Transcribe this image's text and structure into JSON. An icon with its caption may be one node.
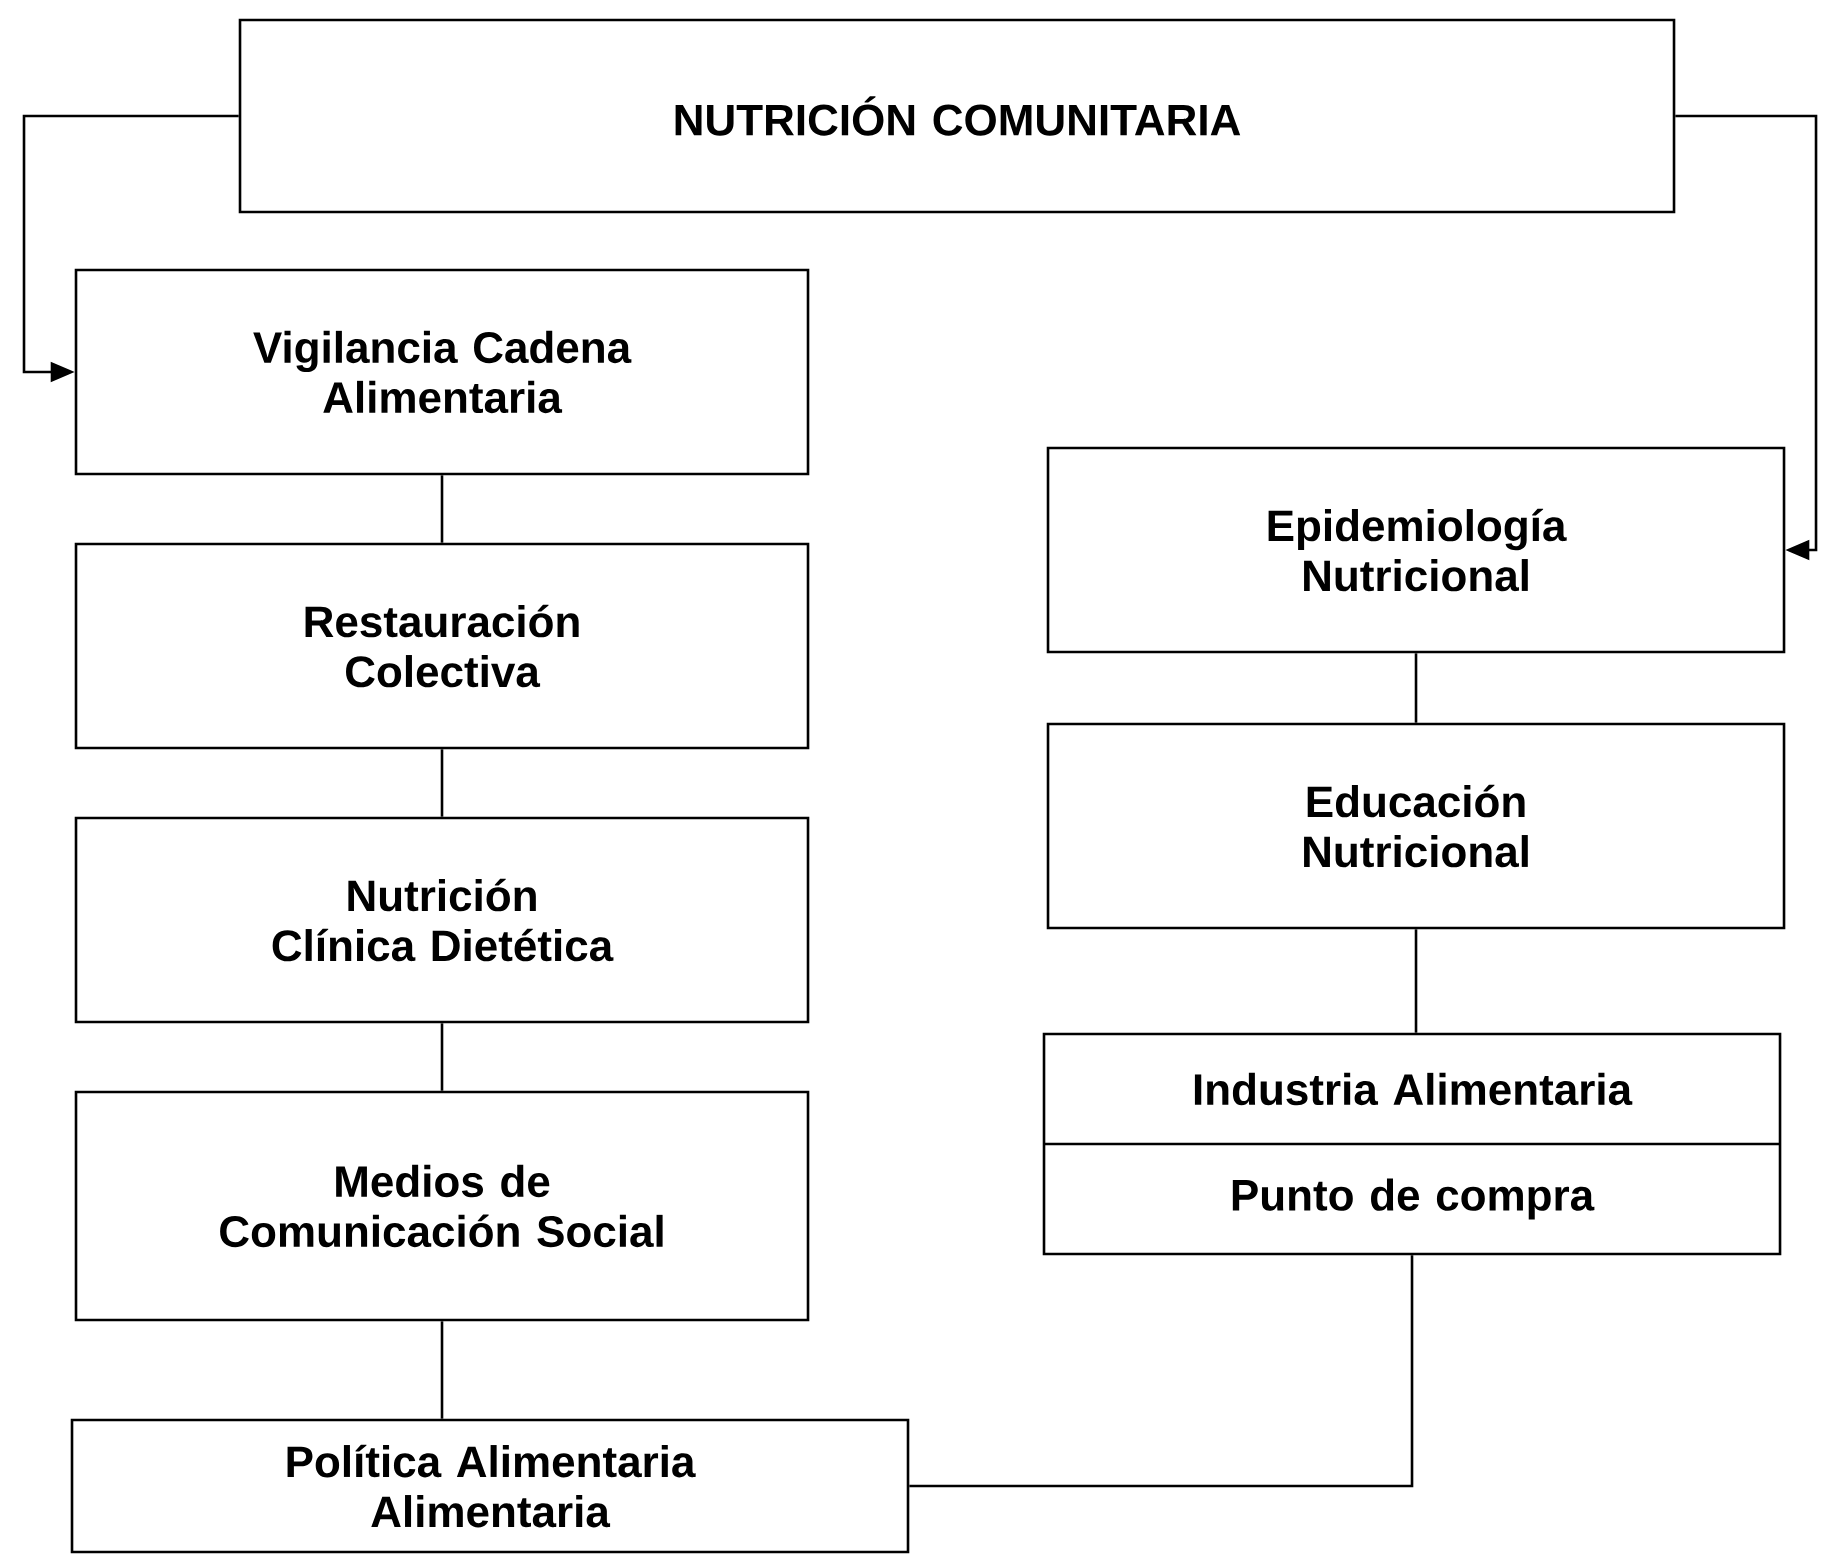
{
  "diagram": {
    "nodes": [
      {
        "text": [
          "NUTRICIÓN COMUNITARIA"
        ]
      },
      {
        "text": [
          "Vigilancia Cadena Alimentaria"
        ]
      },
      {
        "text": [
          "Restauración Colectiva"
        ]
      },
      {
        "text": [
          "Nutrición Clínica Dietética"
        ]
      },
      {
        "text": [
          "Medios de Comunicación Social"
        ]
      },
      {
        "text": [
          "Política Alimentaria Alimentaria"
        ]
      },
      {
        "text": [
          "Epidemiología Nutricional"
        ]
      },
      {
        "text": [
          "Educación Nutricional"
        ]
      },
      {
        "text": [
          "Industria Alimentaria",
          "Punto de compra"
        ]
      }
    ],
    "edges": [
      {
        "from": 0,
        "to": 1,
        "arrow": "to"
      },
      {
        "from": 0,
        "to": 6,
        "arrow": "to"
      },
      {
        "from": 1,
        "to": 2,
        "arrow": "none"
      },
      {
        "from": 2,
        "to": 3,
        "arrow": "none"
      },
      {
        "from": 3,
        "to": 4,
        "arrow": "none"
      },
      {
        "from": 4,
        "to": 5,
        "arrow": "none"
      },
      {
        "from": 6,
        "to": 7,
        "arrow": "none"
      },
      {
        "from": 7,
        "to": 8,
        "arrow": "none"
      },
      {
        "from": 8,
        "to": 5,
        "arrow": "none"
      }
    ]
  }
}
